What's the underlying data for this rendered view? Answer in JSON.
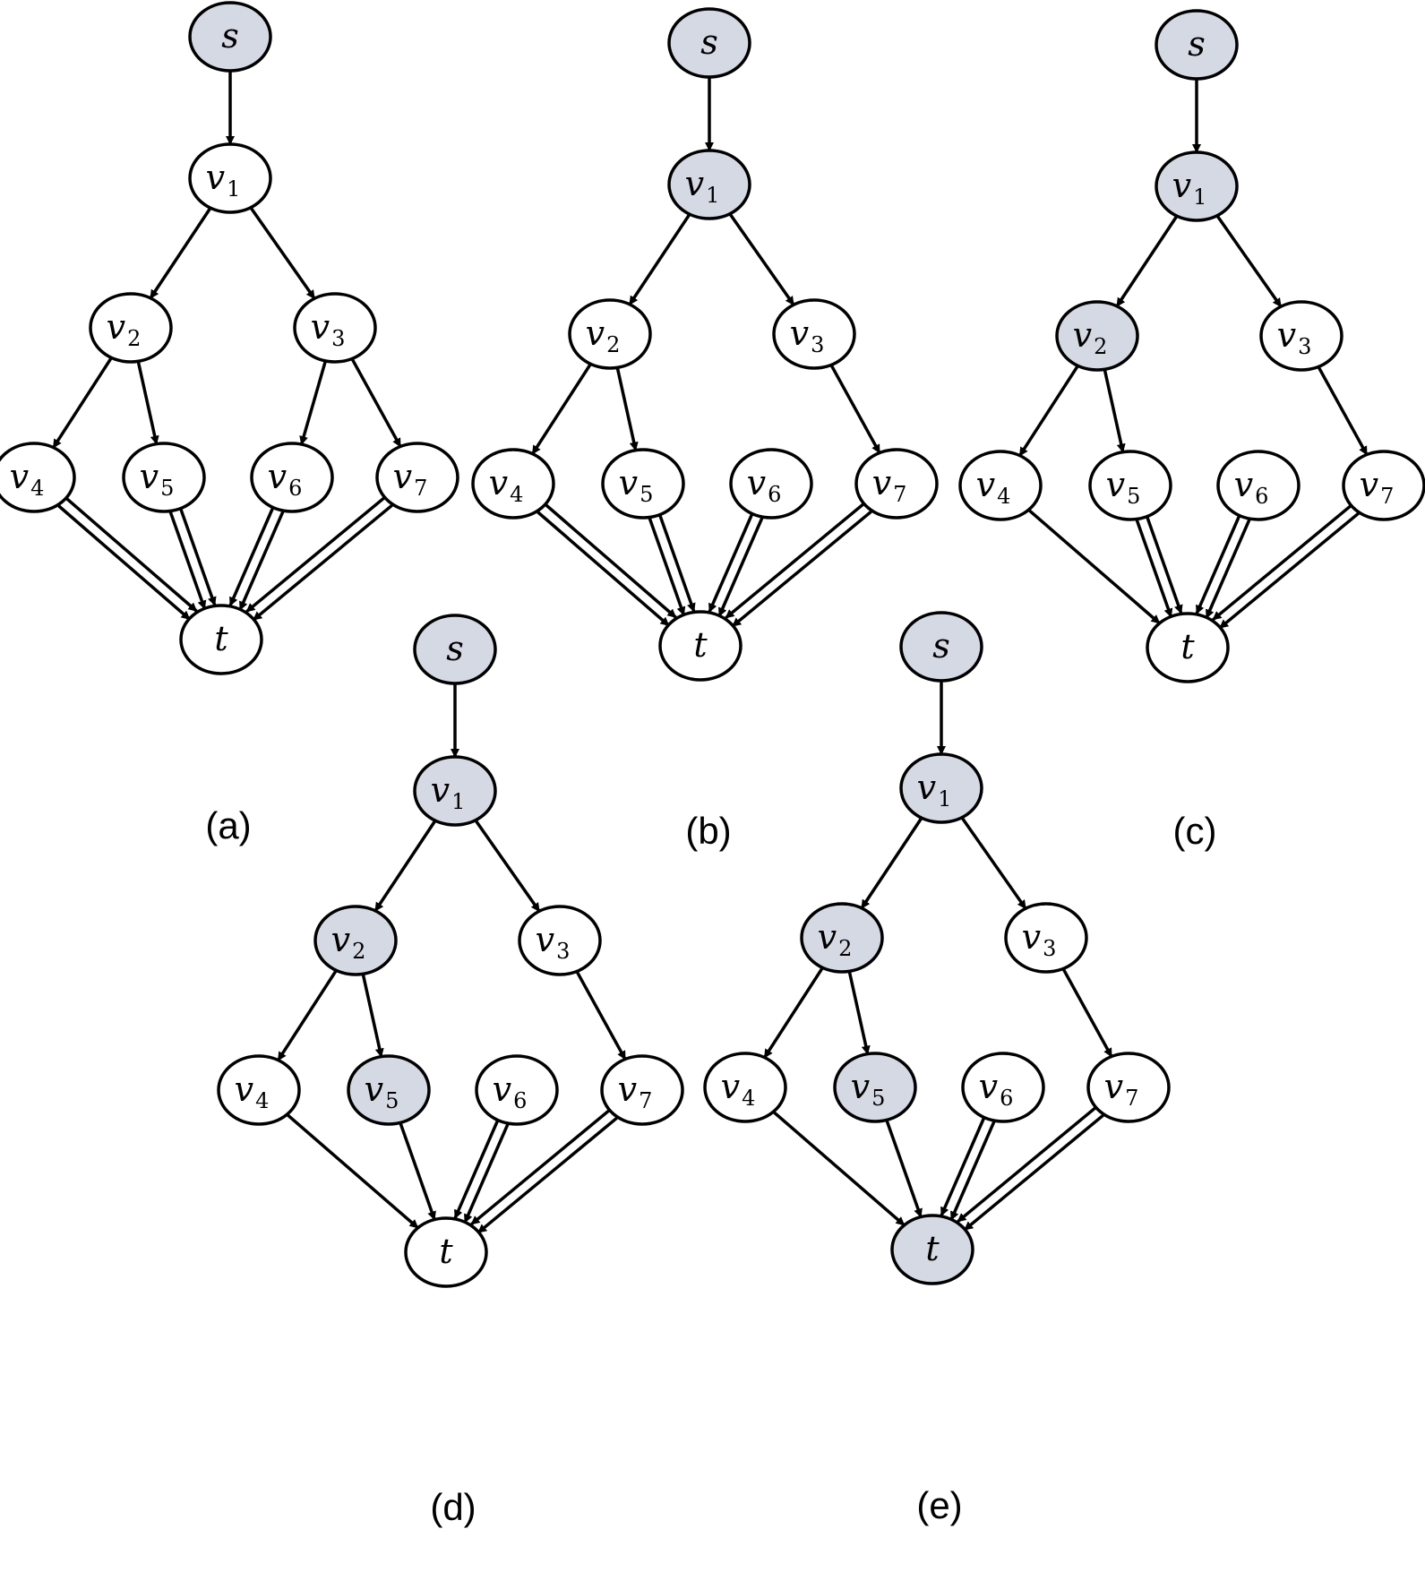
{
  "colors": {
    "visited_fill": "#d5d9e3",
    "unvisited_fill": "#ffffff",
    "stroke": "#000000"
  },
  "node_labels": {
    "s": {
      "base": "s",
      "sub": ""
    },
    "v1": {
      "base": "v",
      "sub": "1"
    },
    "v2": {
      "base": "v",
      "sub": "2"
    },
    "v3": {
      "base": "v",
      "sub": "3"
    },
    "v4": {
      "base": "v",
      "sub": "4"
    },
    "v5": {
      "base": "v",
      "sub": "5"
    },
    "v6": {
      "base": "v",
      "sub": "6"
    },
    "v7": {
      "base": "v",
      "sub": "7"
    },
    "t": {
      "base": "t",
      "sub": ""
    }
  },
  "panels": [
    {
      "caption": "(a)",
      "visited": [
        "s"
      ],
      "edges": [
        [
          "s",
          "v1",
          1
        ],
        [
          "v1",
          "v2",
          1
        ],
        [
          "v1",
          "v3",
          1
        ],
        [
          "v2",
          "v4",
          1
        ],
        [
          "v2",
          "v5",
          1
        ],
        [
          "v3",
          "v6",
          1
        ],
        [
          "v3",
          "v7",
          1
        ],
        [
          "v4",
          "t",
          2
        ],
        [
          "v5",
          "t",
          2
        ],
        [
          "v6",
          "t",
          2
        ],
        [
          "v7",
          "t",
          2
        ]
      ]
    },
    {
      "caption": "(b)",
      "visited": [
        "s",
        "v1"
      ],
      "edges": [
        [
          "s",
          "v1",
          1
        ],
        [
          "v1",
          "v2",
          1
        ],
        [
          "v1",
          "v3",
          1
        ],
        [
          "v2",
          "v4",
          1
        ],
        [
          "v2",
          "v5",
          1
        ],
        [
          "v3",
          "v7",
          1
        ],
        [
          "v4",
          "t",
          2
        ],
        [
          "v5",
          "t",
          2
        ],
        [
          "v6",
          "t",
          2
        ],
        [
          "v7",
          "t",
          2
        ]
      ]
    },
    {
      "caption": "(c)",
      "visited": [
        "s",
        "v1",
        "v2"
      ],
      "edges": [
        [
          "s",
          "v1",
          1
        ],
        [
          "v1",
          "v2",
          1
        ],
        [
          "v1",
          "v3",
          1
        ],
        [
          "v2",
          "v4",
          1
        ],
        [
          "v2",
          "v5",
          1
        ],
        [
          "v3",
          "v7",
          1
        ],
        [
          "v4",
          "t",
          1
        ],
        [
          "v5",
          "t",
          2
        ],
        [
          "v6",
          "t",
          2
        ],
        [
          "v7",
          "t",
          2
        ]
      ]
    },
    {
      "caption": "(d)",
      "visited": [
        "s",
        "v1",
        "v2",
        "v5"
      ],
      "edges": [
        [
          "s",
          "v1",
          1
        ],
        [
          "v1",
          "v2",
          1
        ],
        [
          "v1",
          "v3",
          1
        ],
        [
          "v2",
          "v4",
          1
        ],
        [
          "v2",
          "v5",
          1
        ],
        [
          "v3",
          "v7",
          1
        ],
        [
          "v4",
          "t",
          1
        ],
        [
          "v5",
          "t",
          1
        ],
        [
          "v6",
          "t",
          2
        ],
        [
          "v7",
          "t",
          2
        ]
      ]
    },
    {
      "caption": "(e)",
      "visited": [
        "s",
        "v1",
        "v2",
        "v5",
        "t"
      ],
      "edges": [
        [
          "s",
          "v1",
          1
        ],
        [
          "v1",
          "v2",
          1
        ],
        [
          "v1",
          "v3",
          1
        ],
        [
          "v2",
          "v4",
          1
        ],
        [
          "v2",
          "v5",
          1
        ],
        [
          "v3",
          "v7",
          1
        ],
        [
          "v4",
          "t",
          1
        ],
        [
          "v5",
          "t",
          1
        ],
        [
          "v6",
          "t",
          2
        ],
        [
          "v7",
          "t",
          2
        ]
      ]
    }
  ]
}
